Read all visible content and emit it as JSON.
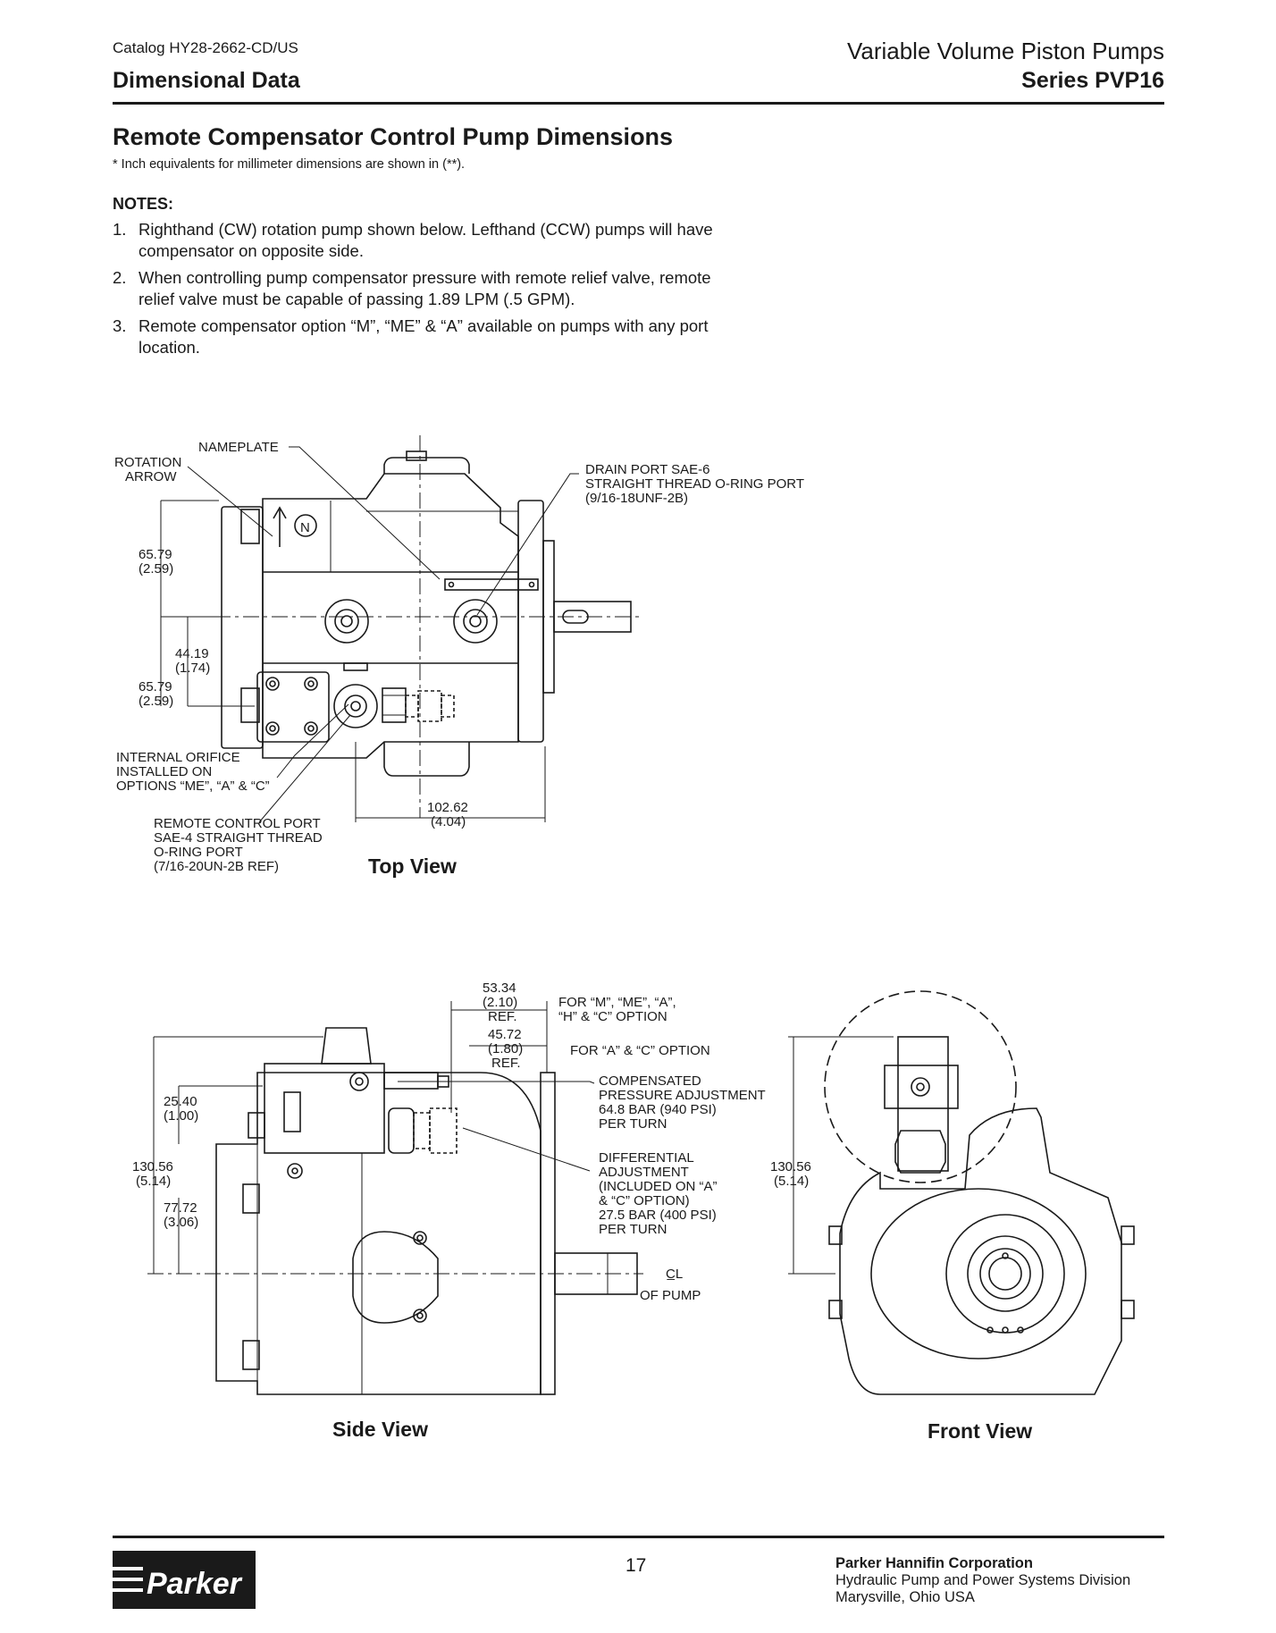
{
  "header": {
    "catalog": "Catalog HY28-2662-CD/US",
    "section": "Dimensional Data",
    "product": "Variable Volume Piston Pumps",
    "series": "Series PVP16"
  },
  "title": "Remote Compensator Control Pump Dimensions",
  "subtitle": "* Inch equivalents for millimeter dimensions are shown in (**).",
  "notes": {
    "heading": "NOTES:",
    "items": [
      {
        "num": "1.",
        "text": "Righthand (CW) rotation pump shown below. Lefthand (CCW) pumps will have compensator on opposite side."
      },
      {
        "num": "2.",
        "text": "When controlling pump compensator pressure with remote relief valve, remote relief valve must be capable of passing 1.89 LPM (.5 GPM)."
      },
      {
        "num": "3.",
        "text": "Remote compensator option “M”, “ME” & “A” available on pumps with any port location."
      }
    ]
  },
  "top_view": {
    "caption": "Top View",
    "labels": {
      "nameplate": "NAMEPLATE",
      "rotation": "ROTATION",
      "arrow": "ARROW",
      "drain1": "DRAIN PORT SAE-6",
      "drain2": "STRAIGHT THREAD O-RING PORT",
      "drain3": "(9/16-18UNF-2B)",
      "d1a": "65.79",
      "d1b": "(2.59)",
      "d2a": "44.19",
      "d2b": "(1.74)",
      "d3a": "65.79",
      "d3b": "(2.59)",
      "orifice1": "INTERNAL ORIFICE",
      "orifice2": "INSTALLED ON",
      "orifice3": "OPTIONS “ME”, “A” & “C”",
      "remote1": "REMOTE CONTROL PORT",
      "remote2": "SAE-4 STRAIGHT THREAD",
      "remote3": "O-RING PORT",
      "remote4": "(7/16-20UN-2B REF)",
      "d4a": "102.62",
      "d4b": "(4.04)"
    }
  },
  "side_view": {
    "caption": "Side View",
    "labels": {
      "s1a": "53.34",
      "s1b": "(2.10)",
      "s1c": "REF.",
      "opt1a": "FOR “M”, “ME”, “A”,",
      "opt1b": "“H” & “C” OPTION",
      "s2a": "45.72",
      "s2b": "(1.80)",
      "s2c": "REF.",
      "opt2": "FOR “A” & “C” OPTION",
      "comp1": "COMPENSATED",
      "comp2": "PRESSURE ADJUSTMENT",
      "comp3": "64.8 BAR (940 PSI)",
      "comp4": "PER TURN",
      "diff1": "DIFFERENTIAL",
      "diff2": "ADJUSTMENT",
      "diff3": "(INCLUDED ON “A”",
      "diff4": "& “C” OPTION)",
      "diff5": "27.5 BAR (400 PSI)",
      "diff6": "PER TURN",
      "d5a": "25.40",
      "d5b": "(1.00)",
      "d6a": "130.56",
      "d6b": "(5.14)",
      "d7a": "77.72",
      "d7b": "(3.06)",
      "cl": "C̲L",
      "ofpump": "OF PUMP"
    }
  },
  "front_view": {
    "caption": "Front View",
    "labels": {
      "d8a": "130.56",
      "d8b": "(5.14)"
    }
  },
  "footer": {
    "page": "17",
    "logo": "Parker",
    "company": "Parker Hannifin Corporation",
    "division": "Hydraulic Pump and Power Systems Division",
    "location": "Marysville, Ohio USA"
  }
}
